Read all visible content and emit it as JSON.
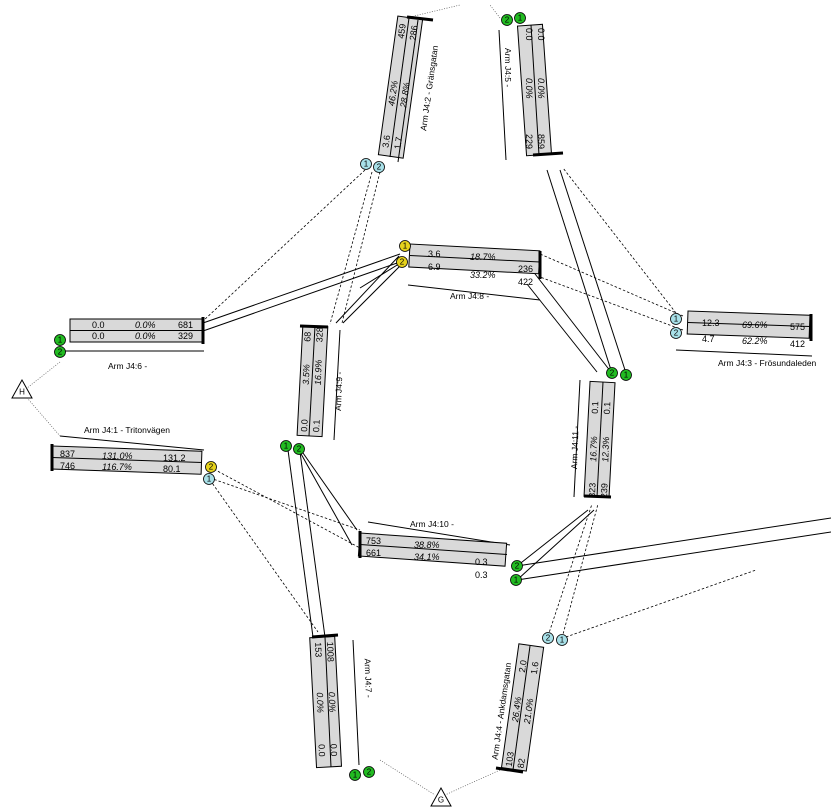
{
  "arms": {
    "j4_1": {
      "name": "Arm J4:1 - Tritonvägen",
      "lanes": [
        {
          "flow": "837",
          "dos": "131.0%",
          "queue": "131.2"
        },
        {
          "flow": "746",
          "dos": "116.7%",
          "queue": "80.1"
        }
      ]
    },
    "j4_2": {
      "name": "Arm J4:2 - Gränsgatan",
      "lanes": [
        {
          "flow": "459",
          "dos": "46.2%",
          "queue": "3.6"
        },
        {
          "flow": "286",
          "dos": "28.8%",
          "queue": "1.7"
        }
      ]
    },
    "j4_3": {
      "name": "Arm J4:3 - Frösundaleden",
      "lanes": [
        {
          "flow": "575",
          "dos": "69.6%",
          "queue": "12.3"
        },
        {
          "flow": "412",
          "dos": "62.2%",
          "queue": "4.7"
        }
      ]
    },
    "j4_4": {
      "name": "Arm J4:4 - Ankdamsgatan",
      "lanes": [
        {
          "flow": "103",
          "dos": "26.4%",
          "queue": "2.0"
        },
        {
          "flow": "82",
          "dos": "21.0%",
          "queue": "1.6"
        }
      ]
    },
    "j4_5": {
      "name": "Arm J4:5 -",
      "lanes": [
        {
          "flow": "859",
          "dos": "0.0%",
          "queue": "0.0"
        },
        {
          "flow": "229",
          "dos": "0.0%",
          "queue": "0.0"
        }
      ]
    },
    "j4_6": {
      "name": "Arm J4:6 -",
      "lanes": [
        {
          "flow": "681",
          "dos": "0.0%",
          "queue": "0.0"
        },
        {
          "flow": "329",
          "dos": "0.0%",
          "queue": "0.0"
        }
      ]
    },
    "j4_7": {
      "name": "Arm J4:7 -",
      "lanes": [
        {
          "flow": "1008",
          "dos": "0.0%",
          "queue": "0.0"
        },
        {
          "flow": "153",
          "dos": "0.0%",
          "queue": "0.0"
        }
      ]
    },
    "j4_8": {
      "name": "Arm J4:8 -",
      "lanes": [
        {
          "flow": "236",
          "dos": "18.7%",
          "queue": "3.6"
        },
        {
          "flow": "422",
          "dos": "33.2%",
          "queue": "6.9"
        }
      ]
    },
    "j4_9": {
      "name": "Arm J4:9 -",
      "lanes": [
        {
          "flow": "68",
          "dos": "3.5%",
          "queue": "0.0"
        },
        {
          "flow": "328",
          "dos": "16.9%",
          "queue": "0.1"
        }
      ]
    },
    "j4_10": {
      "name": "Arm J4:10 -",
      "lanes": [
        {
          "flow": "753",
          "dos": "38.8%",
          "queue": "0.3"
        },
        {
          "flow": "661",
          "dos": "34.1%",
          "queue": "0.3"
        }
      ]
    },
    "j4_11": {
      "name": "Arm J4:11 -",
      "lanes": [
        {
          "flow": "323",
          "dos": "16.7%",
          "queue": "0.1"
        },
        {
          "flow": "239",
          "dos": "12.3%",
          "queue": "0.1"
        }
      ]
    }
  },
  "nodes": {
    "h": "H",
    "g": "G",
    "lane1": "1",
    "lane2": "2"
  },
  "colors": {
    "green": "#22bb22",
    "cyan": "#a8e0e8",
    "yellow": "#e6d21c",
    "box": "#d9d9d9"
  }
}
